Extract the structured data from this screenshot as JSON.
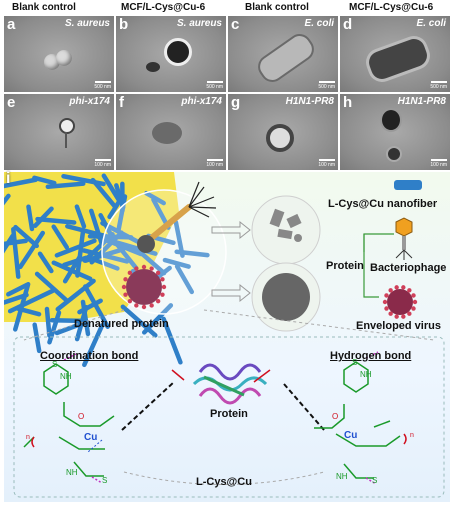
{
  "headers": [
    "Blank control",
    "MCF/L-Cys@Cu-6",
    "Blank control",
    "MCF/L-Cys@Cu-6"
  ],
  "panels": [
    {
      "label": "a",
      "organism": "S. aureus",
      "scale": "500 nm"
    },
    {
      "label": "b",
      "organism": "S. aureus",
      "scale": "500 nm"
    },
    {
      "label": "c",
      "organism": "E. coli",
      "scale": "500 nm"
    },
    {
      "label": "d",
      "organism": "E. coli",
      "scale": "500 nm"
    },
    {
      "label": "e",
      "organism": "phi-x174",
      "scale": "100 nm"
    },
    {
      "label": "f",
      "organism": "phi-x174",
      "scale": "100 nm"
    },
    {
      "label": "g",
      "organism": "H1N1-PR8",
      "scale": "100 nm"
    },
    {
      "label": "h",
      "organism": "H1N1-PR8",
      "scale": "100 nm"
    }
  ],
  "schematic": {
    "label": "i",
    "nanofiber_legend": "L-Cys@Cu nanofiber",
    "protein": "Protein",
    "bacteriophage": "Bacteriophage",
    "enveloped_virus": "Enveloped virus",
    "denatured_protein": "Denatured protein",
    "coordination_bond": "Coordination bond",
    "hydrogen_bond": "Hydrogen bond",
    "protein_center": "Protein",
    "complex_label": "L-Cys@Cu",
    "cu_ion": "Cu",
    "nh": "NH",
    "s": "S",
    "o": "O",
    "n_sub": "n"
  },
  "colors": {
    "fiber": "#2f7fc8",
    "yellow": "#f2e04a",
    "green_chem": "#1a9a2a",
    "blue_cu": "#2050d0",
    "red_chem": "#d01020",
    "magenta": "#c030c0"
  }
}
